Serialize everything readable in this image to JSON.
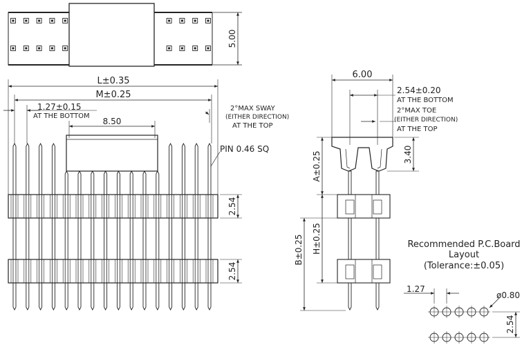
{
  "top_view": {
    "height_dim": "5.00"
  },
  "front_view": {
    "l_dim": "L±0.35",
    "m_dim": "M±0.25",
    "pitch_dim": "1.27±0.15",
    "pitch_note": "AT THE BOTTOM",
    "housing_dim": "8.50",
    "sway_1": "2°MAX SWAY",
    "sway_2": "(EITHER DIRECTION)",
    "sway_3": "AT THE TOP",
    "pin_label": "PIN 0.46 SQ",
    "row_1": "2.54",
    "row_2": "2.54"
  },
  "side_view": {
    "width_dim": "6.00",
    "pitch_dim": "2.54±0.20",
    "pitch_note": "AT THE BOTTOM",
    "toe_1": "2°MAX TOE",
    "toe_2": "(EITHER DIRECTION)",
    "toe_3": "AT THE TOP",
    "height_dim": "3.40",
    "a_dim": "A±0.25",
    "h_dim": "H±0.25",
    "b_dim": "B±0.25"
  },
  "pcb_layout": {
    "title_1": "Recommended P.C.Board",
    "title_2": "Layout",
    "title_3": "(Tolerance:±0.05)",
    "pitch": "1.27",
    "hole_dia": "ø0.80",
    "row_pitch": "2.54"
  }
}
